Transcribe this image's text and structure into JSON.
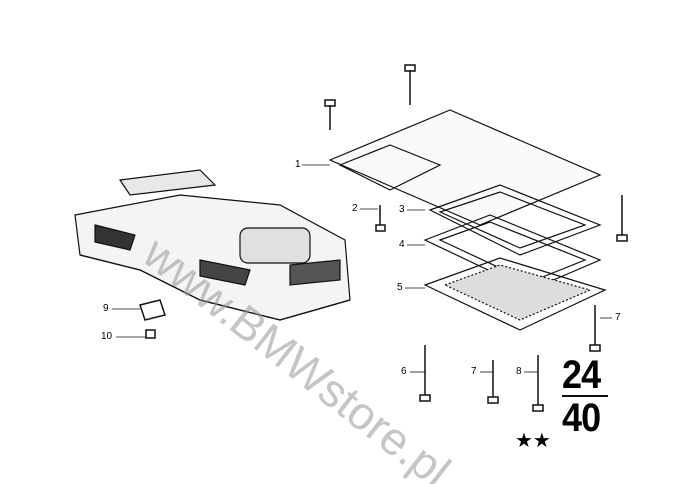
{
  "diagram": {
    "callouts": [
      "1",
      "2",
      "3",
      "4",
      "5",
      "6",
      "7",
      "7",
      "8",
      "9",
      "10"
    ],
    "group_top": "24",
    "group_bottom": "40",
    "stars": "★★",
    "watermark": "www.BMWstore.pl"
  }
}
